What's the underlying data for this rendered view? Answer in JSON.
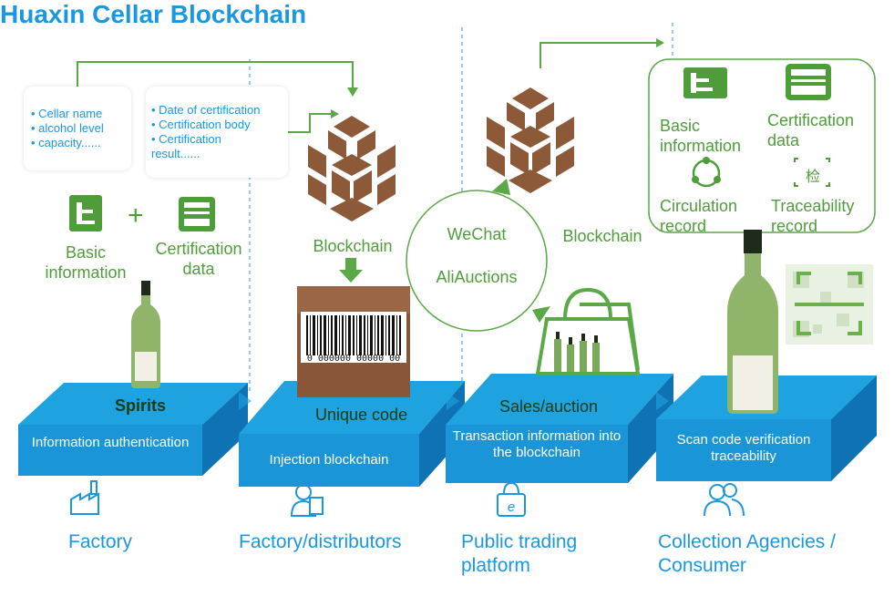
{
  "title": "Huaxin Cellar Blockchain",
  "card1": {
    "items": [
      "Cellar name",
      "alcohol level",
      "capacity......"
    ]
  },
  "card2": {
    "items": [
      "Date of certification",
      "Certification body",
      "Certification result......"
    ]
  },
  "left_icons": {
    "basic": "Basic information",
    "cert": "Certification data",
    "plus": "+"
  },
  "blockchain_label": "Blockchain",
  "barcode_digits": "0 000000 00000 00",
  "circle": {
    "line1": "WeChat",
    "line2": "AliAuctions"
  },
  "panel": {
    "basic": "Basic information",
    "cert": "Certification data",
    "circulation": "Circulation record",
    "traceability": "Traceability record",
    "trace_icon_char": "检"
  },
  "stages": [
    {
      "top_label": "Spirits",
      "face_label": "Information authentication",
      "actor": "Factory",
      "icon": "factory-icon"
    },
    {
      "top_label": "Unique code",
      "face_label": "Injection blockchain",
      "actor": "Factory/distributors",
      "icon": "distributor-icon"
    },
    {
      "top_label": "Sales/auction",
      "face_label": "Transaction information into the blockchain",
      "actor": "Public trading platform",
      "icon": "trading-platform-icon"
    },
    {
      "top_label": "",
      "face_label": "Scan code verification traceability",
      "actor": "Collection Agencies / Consumer",
      "icon": "consumer-icon"
    }
  ],
  "colors": {
    "blue": "#1b97e0",
    "green": "#4f9d3a",
    "brown": "#8c5a38",
    "box": "#1ea3e0"
  }
}
